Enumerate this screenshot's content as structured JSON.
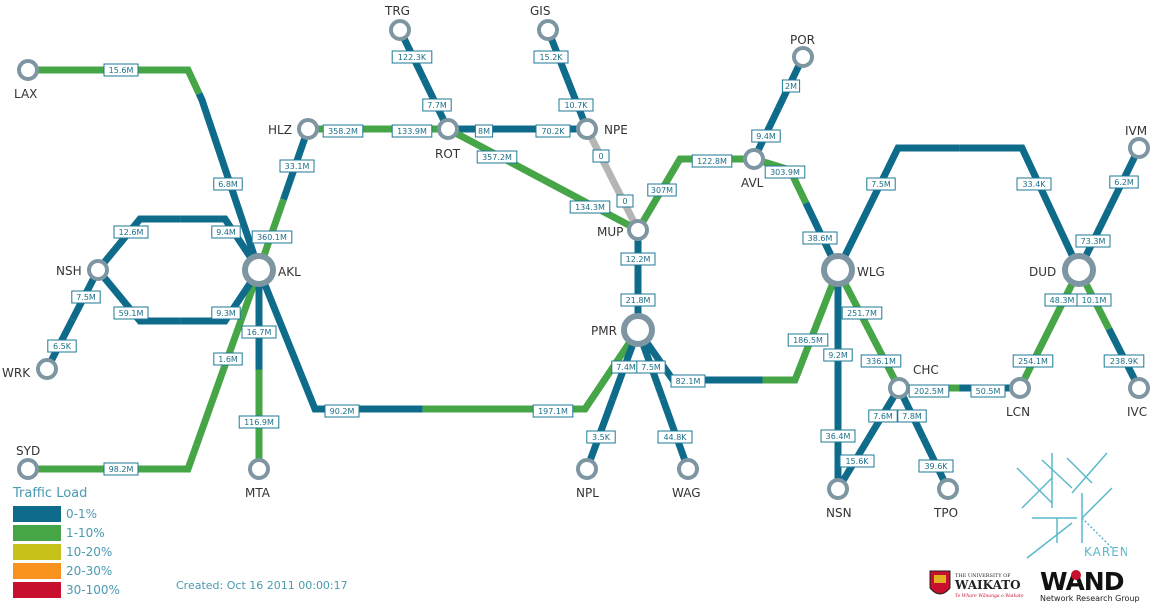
{
  "colors": {
    "load_0_1": "#0f6b8a",
    "load_1_10": "#46a546",
    "load_10_20": "#c6c21a",
    "load_20_30": "#f7931e",
    "load_30_100": "#c8102e",
    "disabled": "#b5b5b5",
    "node": "#7e96a2"
  },
  "nodes": [
    {
      "id": "LAX",
      "label": "LAX"
    },
    {
      "id": "SYD",
      "label": "SYD"
    },
    {
      "id": "NSH",
      "label": "NSH"
    },
    {
      "id": "WRK",
      "label": "WRK"
    },
    {
      "id": "HLZ",
      "label": "HLZ"
    },
    {
      "id": "AKL",
      "label": "AKL"
    },
    {
      "id": "MTA",
      "label": "MTA"
    },
    {
      "id": "TRG",
      "label": "TRG"
    },
    {
      "id": "GIS",
      "label": "GIS"
    },
    {
      "id": "ROT",
      "label": "ROT"
    },
    {
      "id": "NPE",
      "label": "NPE"
    },
    {
      "id": "MUP",
      "label": "MUP"
    },
    {
      "id": "PMR",
      "label": "PMR"
    },
    {
      "id": "NPL",
      "label": "NPL"
    },
    {
      "id": "WAG",
      "label": "WAG"
    },
    {
      "id": "POR",
      "label": "POR"
    },
    {
      "id": "AVL",
      "label": "AVL"
    },
    {
      "id": "WLG",
      "label": "WLG"
    },
    {
      "id": "CHC",
      "label": "CHC"
    },
    {
      "id": "NSN",
      "label": "NSN"
    },
    {
      "id": "TPO",
      "label": "TPO"
    },
    {
      "id": "LCN",
      "label": "LCN"
    },
    {
      "id": "DUD",
      "label": "DUD"
    },
    {
      "id": "IVM",
      "label": "IVM"
    },
    {
      "id": "IVC",
      "label": "IVC"
    }
  ],
  "links": [
    {
      "id": "lax-akl",
      "load": "load_1_10",
      "load2": "load_0_1",
      "label": "15.6M",
      "label2": "6.8M"
    },
    {
      "id": "syd-akl",
      "load": "load_1_10",
      "label": "98.2M",
      "label2": "1.6M"
    },
    {
      "id": "nsh-akl-top",
      "load": "load_0_1",
      "label": "12.6M",
      "label2": "9.4M"
    },
    {
      "id": "nsh-akl-bot",
      "load": "load_0_1",
      "label": "59.1M",
      "label2": "9.3M"
    },
    {
      "id": "wrk-nsh",
      "load": "load_0_1",
      "label": "6.5K",
      "label2": "7.5M"
    },
    {
      "id": "hlz-akl",
      "load": "load_0_1",
      "load2": "load_1_10",
      "label": "33.1M",
      "label2": "360.1M"
    },
    {
      "id": "akl-mta",
      "load": "load_0_1",
      "load2": "load_1_10",
      "label": "16.7M",
      "label2": "116.9M"
    },
    {
      "id": "akl-pmr",
      "load": "load_0_1",
      "load2": "load_1_10",
      "label": "90.2M",
      "label2": "197.1M"
    },
    {
      "id": "hlz-rot",
      "load": "load_1_10",
      "label": "358.2M",
      "label2": "133.9M"
    },
    {
      "id": "trg-rot",
      "load": "load_0_1",
      "label": "122.3K",
      "label2": "7.7M"
    },
    {
      "id": "rot-npe",
      "load": "load_0_1",
      "label": "8M",
      "label2": "70.2K"
    },
    {
      "id": "gis-npe",
      "load": "load_0_1",
      "label": "15.2K",
      "label2": "10.7K"
    },
    {
      "id": "npe-mup",
      "load": "disabled",
      "label": "0",
      "label2": "0"
    },
    {
      "id": "rot-mup",
      "load": "load_1_10",
      "label": "357.2M",
      "label2": "134.3M"
    },
    {
      "id": "mup-avl",
      "load": "load_1_10",
      "label": "307M",
      "label2": "122.8M"
    },
    {
      "id": "mup-pmr",
      "load": "load_0_1",
      "label": "12.2M",
      "label2": "21.8M"
    },
    {
      "id": "pmr-npl",
      "load": "load_0_1",
      "label": "7.4M",
      "label2": "3.5K"
    },
    {
      "id": "pmr-wag",
      "load": "load_0_1",
      "label": "7.5M",
      "label2": "44.8K"
    },
    {
      "id": "pmr-wlg",
      "load": "load_0_1",
      "load2": "load_1_10",
      "label": "82.1M",
      "label2": "186.5M"
    },
    {
      "id": "por-avl",
      "load": "load_0_1",
      "label": "2M",
      "label2": "9.4M"
    },
    {
      "id": "avl-wlg",
      "load": "load_1_10",
      "load2": "load_0_1",
      "label": "303.9M",
      "label2": "38.6M"
    },
    {
      "id": "wlg-dud",
      "load": "load_0_1",
      "label": "7.5M",
      "label2": "33.4K"
    },
    {
      "id": "wlg-chc",
      "load": "load_1_10",
      "label": "251.7M",
      "label2": "336.1M"
    },
    {
      "id": "wlg-nsn",
      "load": "load_0_1",
      "label": "9.2M",
      "label2": "36.4M"
    },
    {
      "id": "chc-nsn",
      "load": "load_0_1",
      "label": "7.6M",
      "label2": "15.6K"
    },
    {
      "id": "chc-tpo",
      "load": "load_0_1",
      "label": "7.8M",
      "label2": "39.6K"
    },
    {
      "id": "chc-lcn",
      "load": "load_1_10",
      "load2": "load_0_1",
      "label": "202.5M",
      "label2": "50.5M"
    },
    {
      "id": "lcn-dud",
      "load": "load_1_10",
      "label": "254.1M",
      "label2": "48.3M"
    },
    {
      "id": "ivm-dud",
      "load": "load_0_1",
      "label": "6.2M",
      "label2": "73.3M"
    },
    {
      "id": "dud-ivc",
      "load": "load_1_10",
      "load2": "load_0_1",
      "label": "10.1M",
      "label2": "238.9K"
    }
  ],
  "legend": {
    "title": "Traffic Load",
    "items": [
      {
        "label": "0-1%",
        "color": "#0f6b8a"
      },
      {
        "label": "1-10%",
        "color": "#46a546"
      },
      {
        "label": "10-20%",
        "color": "#c6c21a"
      },
      {
        "label": "20-30%",
        "color": "#f7931e"
      },
      {
        "label": "30-100%",
        "color": "#c8102e"
      }
    ]
  },
  "footer": {
    "created": "Created: Oct 16 2011 00:00:17"
  },
  "logos": {
    "karen": "KAREN",
    "waikato_top": "THE UNIVERSITY OF",
    "waikato_name": "WAIKATO",
    "waikato_motto": "Te Whare Wānanga o Waikato",
    "wand": "WAND",
    "wand_sub": "Network Research Group"
  }
}
